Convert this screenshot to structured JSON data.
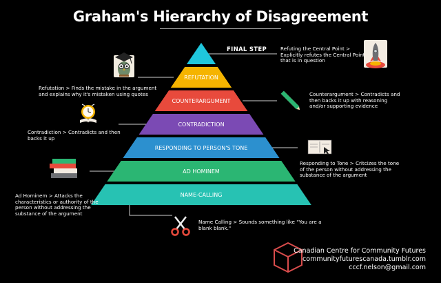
{
  "title": "Graham's Hierarchy of Disagreement",
  "final_step_label": "FINAL STEP",
  "levels": [
    {
      "label": "REFUTATION",
      "color": "#f5b400"
    },
    {
      "label": "COUNTERARGUMENT",
      "color": "#e84a3c"
    },
    {
      "label": "CONTRADICTION",
      "color": "#7b4ab4"
    },
    {
      "label": "RESPONDING TO PERSON'S TONE",
      "color": "#2c90cf"
    },
    {
      "label": "AD HOMINEM",
      "color": "#2bb673"
    },
    {
      "label": "NAME-CALLING",
      "color": "#27c2b3"
    }
  ],
  "apex_color": "#1fc6dc",
  "descriptions": {
    "central_point": [
      "Refuting the Central Point >",
      "Explicitly refutes the Central Point",
      "that is in question"
    ],
    "refutation": [
      "Refutation > Finds the mistake in the argument",
      "and explains why it's mistaken using quotes"
    ],
    "counterargument": [
      "Counterargument > Contradicts and",
      "then backs it up with reasoning",
      "and/or supporting evidence"
    ],
    "contradiction": [
      "Contradiction > Contradicts and then",
      "backs it up"
    ],
    "tone": [
      "Responding to Tone > Critcizes the tone",
      "of the person without addressing the",
      "substance of the argument"
    ],
    "ad_hominem": [
      "Ad Hominem > Attacks the",
      "characteristics or authority of the",
      "person without addressing the",
      "substance of the argument"
    ],
    "name_calling": [
      "Name Calling > Sounds something like \"You are a",
      "blank blank.\""
    ]
  },
  "credits": {
    "org": "Canadian Centre for Community Futures",
    "site": "communityfuturescanada.tumblr.com",
    "email": "cccf.nelson@gmail.com"
  },
  "icons": [
    "owl-icon",
    "rocket-icon",
    "crossed-pencil-ruler-icon",
    "alarm-clock-book-icon",
    "book-cursor-icon",
    "stacked-books-icon",
    "scissors-icon",
    "box-logo-icon"
  ]
}
